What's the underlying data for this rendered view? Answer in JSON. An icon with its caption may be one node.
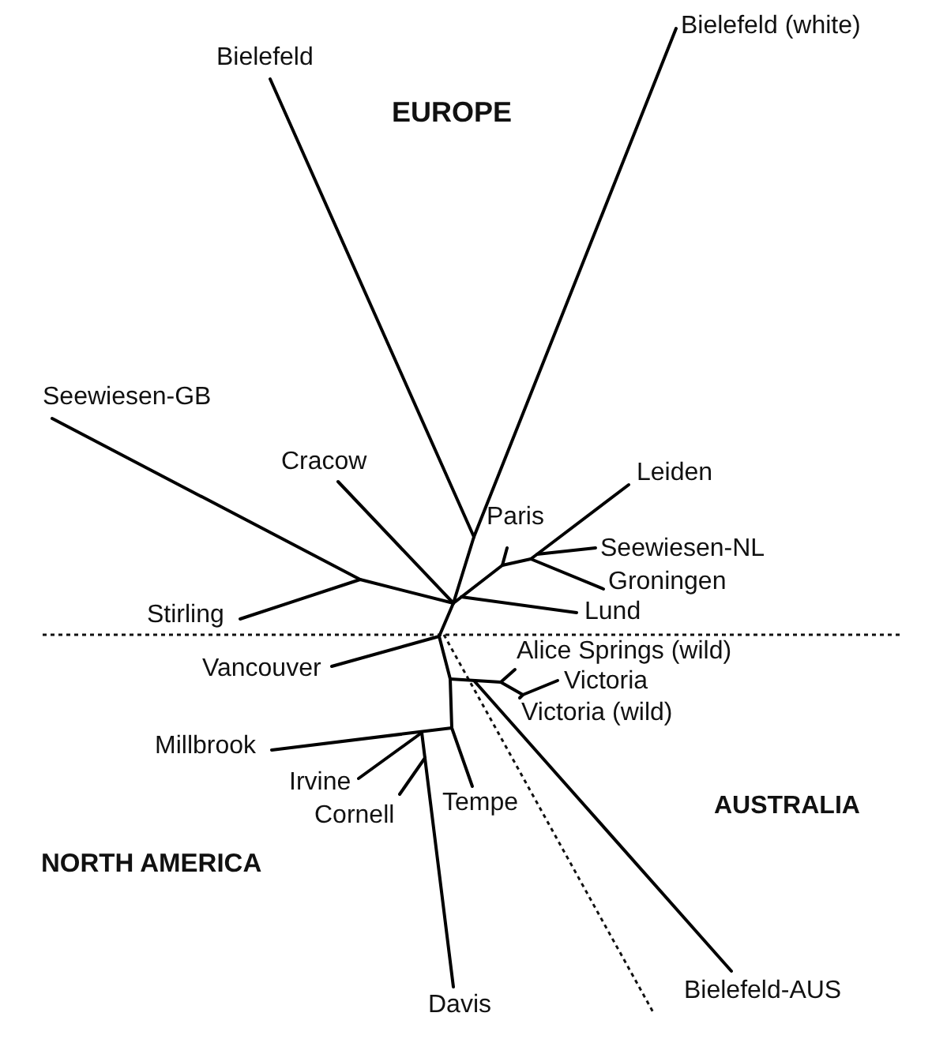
{
  "diagram": {
    "labels": [
      "Bielefeld (white)",
      "Bielefeld",
      "EUROPE",
      "Seewiesen-GB",
      "Cracow",
      "Leiden",
      "Paris",
      "Seewiesen-NL",
      "Groningen",
      "Stirling",
      "Lund",
      "Alice Springs (wild)",
      "Vancouver",
      "Victoria",
      "Victoria (wild)",
      "Millbrook",
      "Irvine",
      "Tempe",
      "AUSTRALIA",
      "Cornell",
      "NORTH AMERICA",
      "Bielefeld-AUS",
      "Davis"
    ]
  }
}
